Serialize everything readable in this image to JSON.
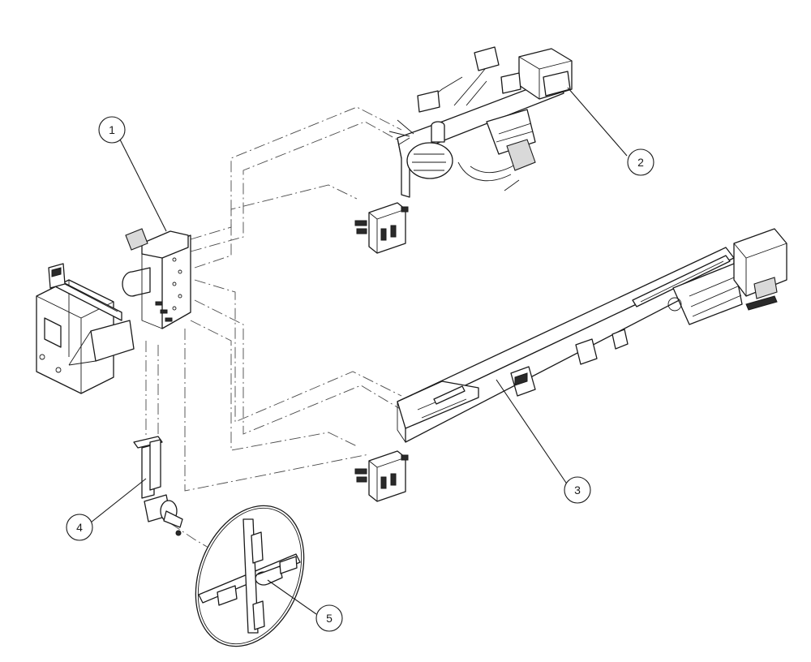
{
  "callouts": [
    {
      "id": "1",
      "label": "1"
    },
    {
      "id": "2",
      "label": "2"
    },
    {
      "id": "3",
      "label": "3"
    },
    {
      "id": "4",
      "label": "4"
    },
    {
      "id": "5",
      "label": "5"
    }
  ],
  "colors": {
    "line": "#1a1a1a",
    "centerline": "#4a4a4a",
    "background": "#ffffff"
  }
}
